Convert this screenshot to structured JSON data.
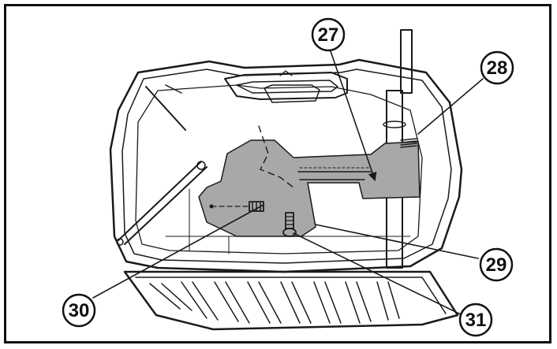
{
  "callouts": {
    "c27": "27",
    "c28": "28",
    "c29": "29",
    "c30": "30",
    "c31": "31"
  },
  "colors": {
    "outline": "#1a1a1a",
    "highlight": "#a8a8a8",
    "frame": "#111111"
  },
  "icons": [
    "callout-circle-icon",
    "arrow-icon",
    "bolt-icon",
    "spring-icon"
  ]
}
